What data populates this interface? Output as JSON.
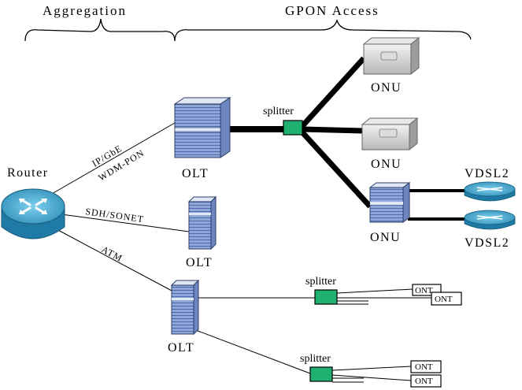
{
  "headers": {
    "aggregation": "Aggregation",
    "gpon_access": "GPON Access"
  },
  "nodes": {
    "router": "Router",
    "olt_1": "OLT",
    "olt_2": "OLT",
    "olt_3": "OLT",
    "splitter_1": "splitter",
    "splitter_2": "splitter",
    "splitter_3": "splitter",
    "onu_1": "ONU",
    "onu_2": "ONU",
    "onu_3": "ONU",
    "vdsl_1": "VDSL2",
    "vdsl_2": "VDSL2",
    "ont_1": "ONT",
    "ont_2": "ONT",
    "ont_3": "ONT",
    "ont_4": "ONT"
  },
  "links": {
    "router_olt1_top": "IP/GbE",
    "router_olt1_bottom": "WDM-PON",
    "router_olt2": "SDH/SONET",
    "router_olt3": "ATM"
  },
  "colors": {
    "router_body": "#3a9fc4",
    "splitter": "#20b070",
    "olt_face": "#8fa8d8",
    "onu_body": "#c8c8c8"
  }
}
